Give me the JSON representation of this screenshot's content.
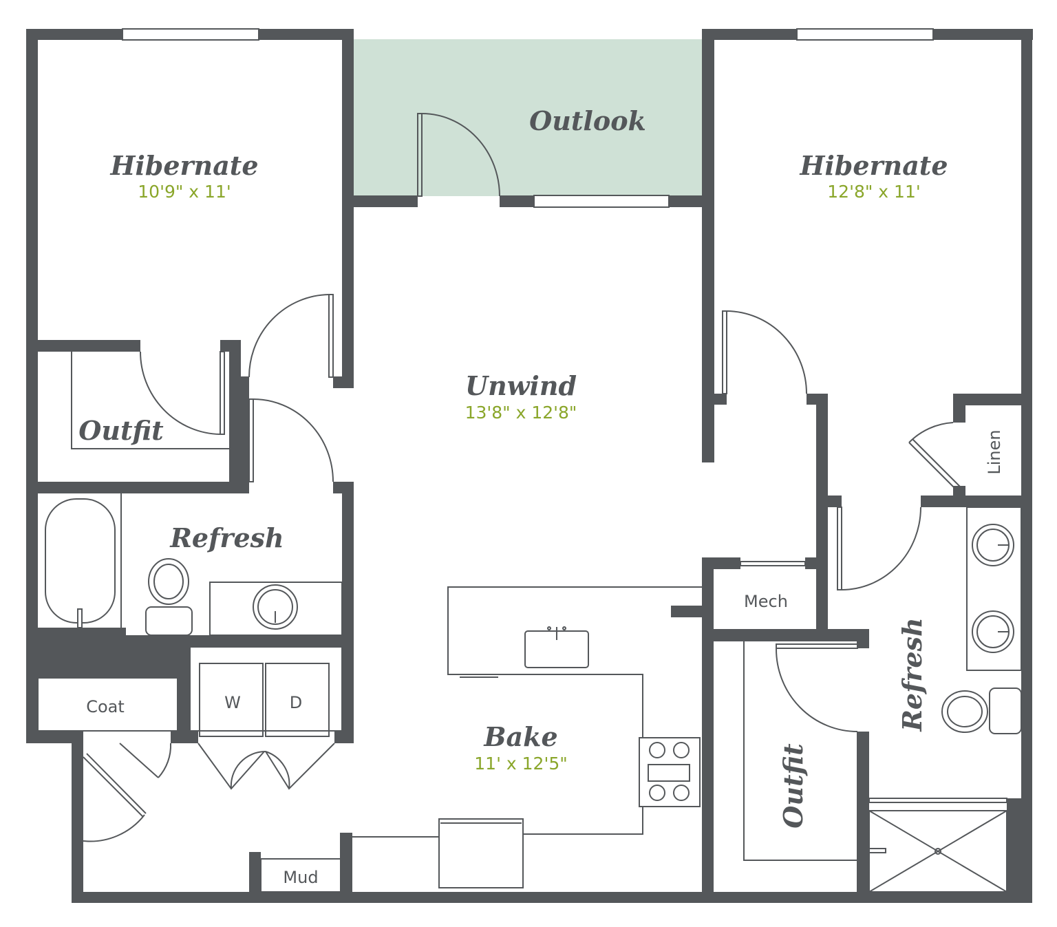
{
  "colors": {
    "wall": "#54575a",
    "dimension": "#8aa62a",
    "outlook_fill": "#cfe1d6",
    "background": "#ffffff"
  },
  "rooms": {
    "hibernate_left": {
      "name": "Hibernate",
      "dims": "10'9\" x 11'"
    },
    "outlook": {
      "name": "Outlook"
    },
    "hibernate_right": {
      "name": "Hibernate",
      "dims": "12'8\" x 11'"
    },
    "outfit_left": {
      "name": "Outfit"
    },
    "unwind": {
      "name": "Unwind",
      "dims": "13'8\" x 12'8\""
    },
    "refresh_left": {
      "name": "Refresh"
    },
    "bake": {
      "name": "Bake",
      "dims": "11' x 12'5\""
    },
    "refresh_right": {
      "name": "Refresh"
    },
    "outfit_right": {
      "name": "Outfit"
    }
  },
  "labels": {
    "linen": "Linen",
    "mech": "Mech",
    "coat": "Coat",
    "washer": "W",
    "dryer": "D",
    "mud": "Mud"
  }
}
